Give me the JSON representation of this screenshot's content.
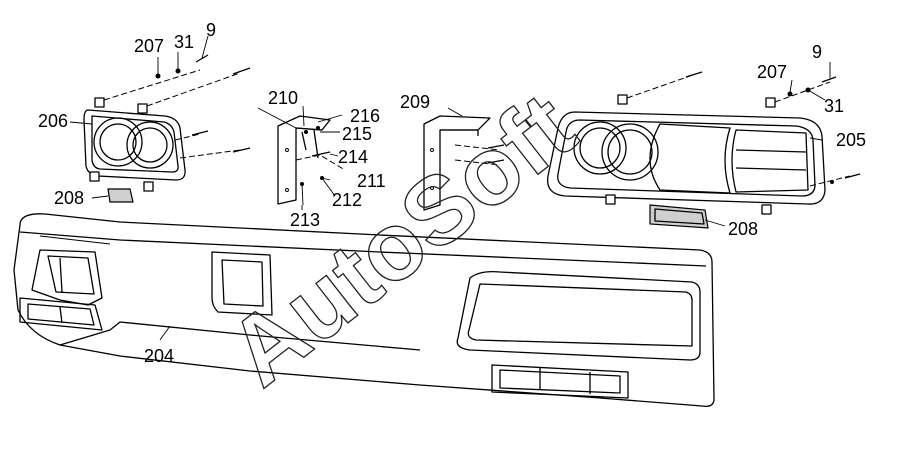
{
  "watermark": "AutoSoft",
  "callouts": [
    {
      "id": "c-207-left",
      "text": "207"
    },
    {
      "id": "c-31-left",
      "text": "31"
    },
    {
      "id": "c-9-left",
      "text": "9"
    },
    {
      "id": "c-206",
      "text": "206"
    },
    {
      "id": "c-208-left",
      "text": "208"
    },
    {
      "id": "c-210",
      "text": "210"
    },
    {
      "id": "c-216",
      "text": "216"
    },
    {
      "id": "c-215",
      "text": "215"
    },
    {
      "id": "c-214",
      "text": "214"
    },
    {
      "id": "c-211",
      "text": "211"
    },
    {
      "id": "c-212",
      "text": "212"
    },
    {
      "id": "c-213",
      "text": "213"
    },
    {
      "id": "c-209",
      "text": "209"
    },
    {
      "id": "c-9-right",
      "text": "9"
    },
    {
      "id": "c-207-right",
      "text": "207"
    },
    {
      "id": "c-31-right",
      "text": "31"
    },
    {
      "id": "c-205",
      "text": "205"
    },
    {
      "id": "c-208-right",
      "text": "208"
    },
    {
      "id": "c-204",
      "text": "204"
    }
  ]
}
